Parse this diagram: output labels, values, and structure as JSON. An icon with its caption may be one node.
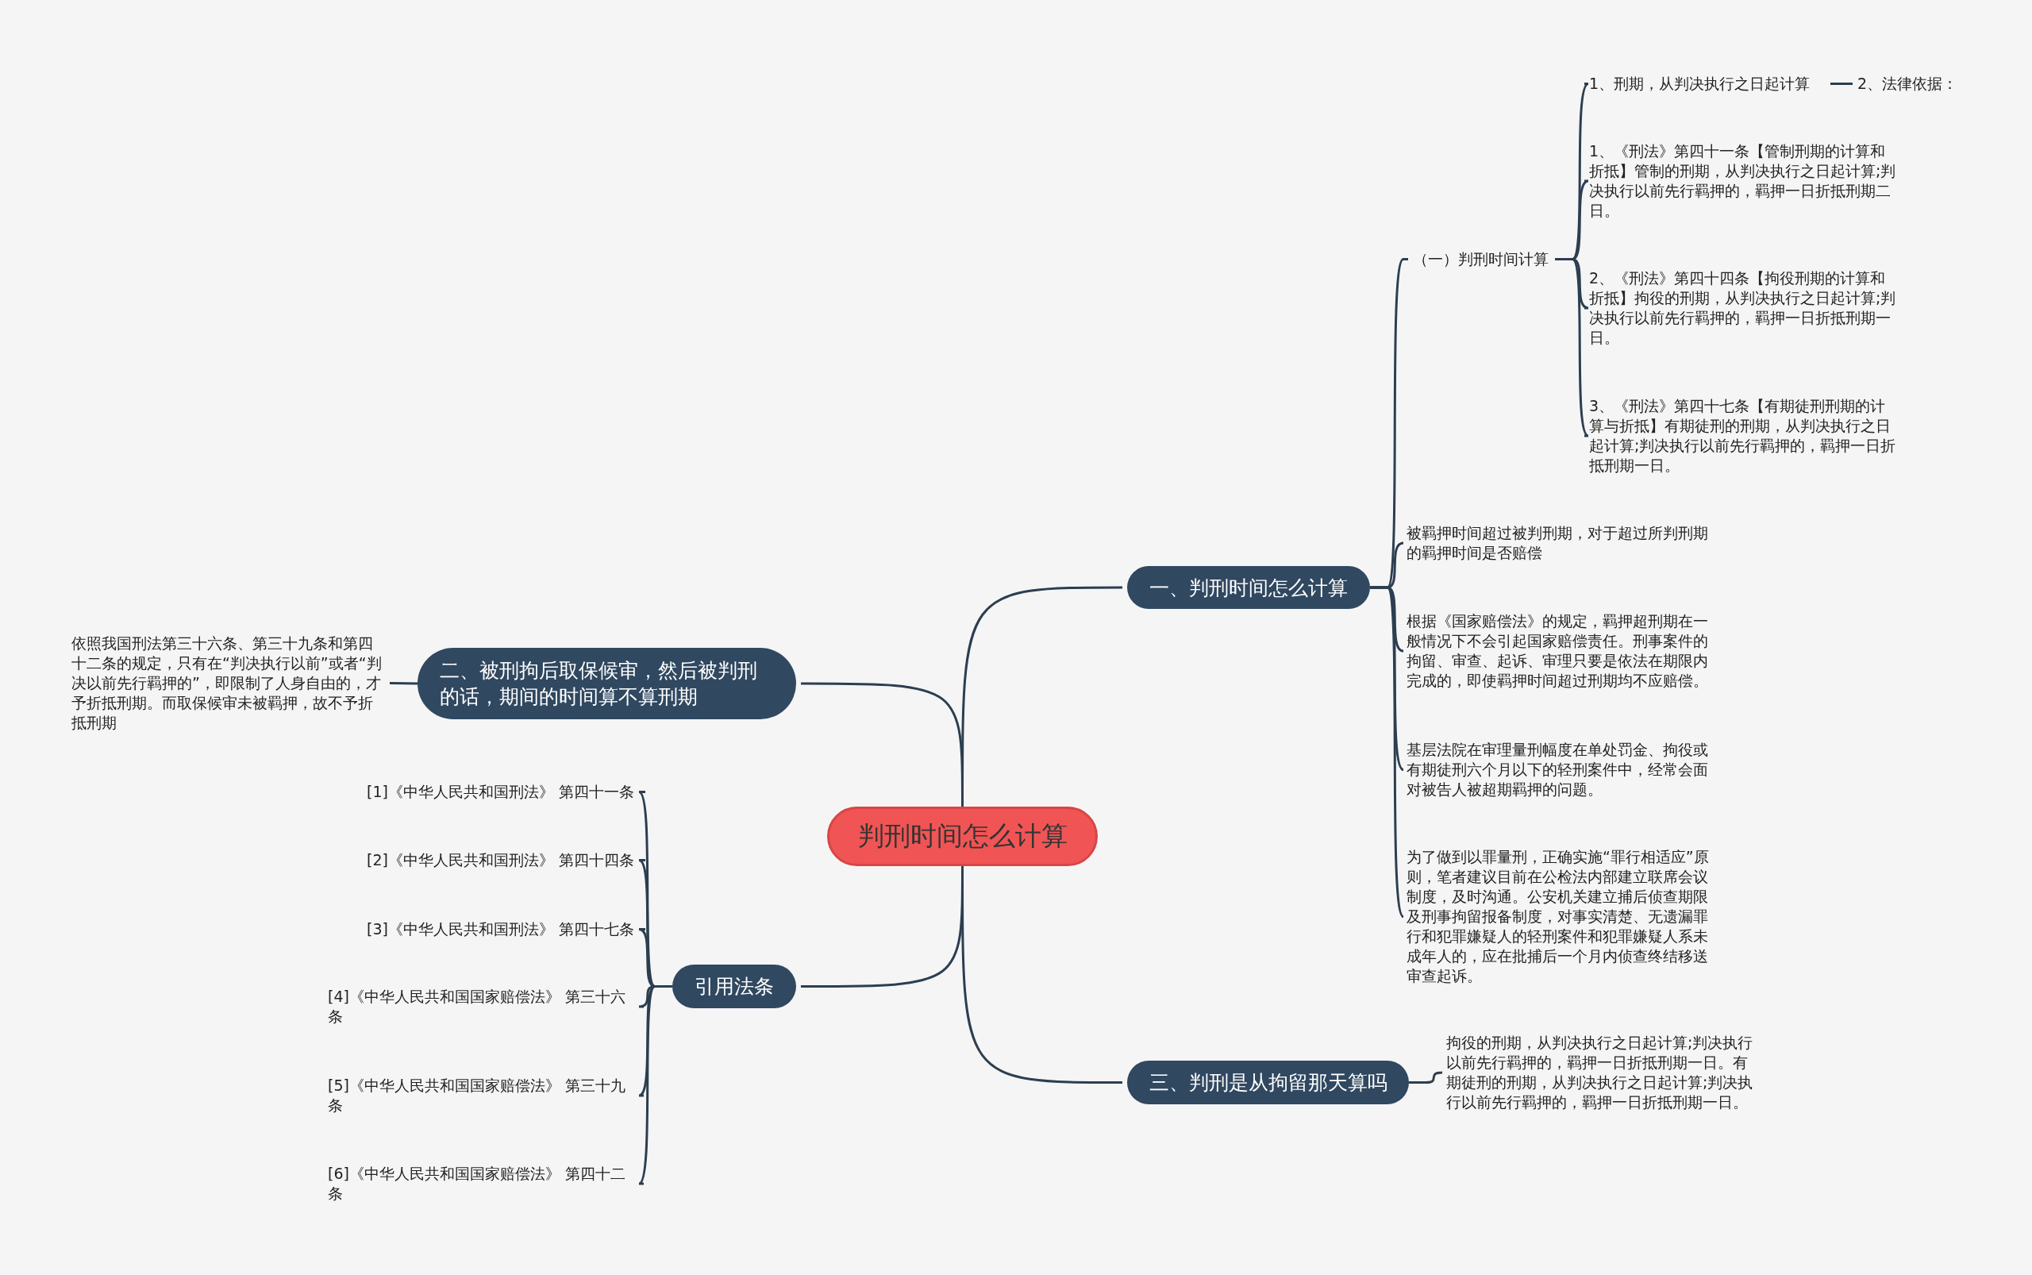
{
  "diagram": {
    "nodes": [
      {
        "text": [
          "判刑时间怎么计算"
        ]
      },
      {
        "text": [
          "一、判刑时间怎么计算"
        ]
      },
      {
        "text": [
          "（一）判刑时间计算"
        ]
      },
      {
        "text": [
          "1、刑期，从判决执行之日起计算"
        ]
      },
      {
        "text": [
          "2、法律依据："
        ]
      },
      {
        "text": [
          "1、《刑法》第四十一条【管制刑期的计算和折抵】管制的刑期，从判决执行之日起计算;判决执行以前先行羁押的，羁押一日折抵刑期二日。"
        ]
      },
      {
        "text": [
          "2、《刑法》第四十四条【拘役刑期的计算和折抵】拘役的刑期，从判决执行之日起计算;判决执行以前先行羁押的，羁押一日折抵刑期一日。"
        ]
      },
      {
        "text": [
          "3、《刑法》第四十七条【有期徒刑刑期的计算与折抵】有期徒刑的刑期，从判决执行之日起计算;判决执行以前先行羁押的，羁押一日折抵刑期一日。"
        ]
      },
      {
        "text": [
          "被羁押时间超过被判刑期，对于超过所判刑期的羁押时间是否赔偿"
        ]
      },
      {
        "text": [
          "根据《国家赔偿法》的规定，羁押超刑期在一般情况下不会引起国家赔偿责任。刑事案件的拘留、审查、起诉、审理只要是依法在期限内完成的，即使羁押时间超过刑期均不应赔偿。"
        ]
      },
      {
        "text": [
          "基层法院在审理量刑幅度在单处罚金、拘役或有期徒刑六个月以下的轻刑案件中，经常会面对被告人被超期羁押的问题。"
        ]
      },
      {
        "text": [
          "为了做到以罪量刑，正确实施“罪行相适应”原则，笔者建议目前在公检法内部建立联席会议制度，及时沟通。公安机关建立捕后侦查期限及刑事拘留报备制度，对事实清楚、无遗漏罪行和犯罪嫌疑人的轻刑案件和犯罪嫌疑人系未成年人的，应在批捕后一个月内侦查终结移送审查起诉。"
        ]
      },
      {
        "text": [
          "二、被刑拘后取保候审，然后被判刑的话，期间的时间算不算刑期"
        ]
      },
      {
        "text": [
          "依照我国刑法第三十六条、第三十九条和第四十二条的规定，只有在“判决执行以前”或者“判决以前先行羁押的”，即限制了人身自由的，才予折抵刑期。而取保候审未被羁押，故不予折抵刑期"
        ]
      },
      {
        "text": [
          "引用法条"
        ]
      },
      {
        "text": [
          "[1]《中华人民共和国刑法》 第四十一条"
        ]
      },
      {
        "text": [
          "[2]《中华人民共和国刑法》 第四十四条"
        ]
      },
      {
        "text": [
          "[3]《中华人民共和国刑法》 第四十七条"
        ]
      },
      {
        "text": [
          "[4]《中华人民共和国国家赔偿法》 第三十六条"
        ]
      },
      {
        "text": [
          "[5]《中华人民共和国国家赔偿法》 第三十九条"
        ]
      },
      {
        "text": [
          "[6]《中华人民共和国国家赔偿法》 第四十二条"
        ]
      },
      {
        "text": [
          "三、判刑是从拘留那天算吗"
        ]
      },
      {
        "text": [
          "拘役的刑期，从判决执行之日起计算;判决执行以前先行羁押的，羁押一日折抵刑期一日。有期徒刑的刑期，从判决执行之日起计算;判决执行以前先行羁押的，羁押一日折抵刑期一日。"
        ]
      }
    ],
    "edges": [
      {
        "from": 0,
        "to": 1,
        "arrow": "none"
      },
      {
        "from": 0,
        "to": 12,
        "arrow": "none"
      },
      {
        "from": 0,
        "to": 14,
        "arrow": "none"
      },
      {
        "from": 0,
        "to": 21,
        "arrow": "none"
      },
      {
        "from": 1,
        "to": 2,
        "arrow": "none"
      },
      {
        "from": 2,
        "to": 3,
        "arrow": "none"
      },
      {
        "from": 3,
        "to": 4,
        "arrow": "none"
      },
      {
        "from": 2,
        "to": 5,
        "arrow": "none"
      },
      {
        "from": 2,
        "to": 6,
        "arrow": "none"
      },
      {
        "from": 2,
        "to": 7,
        "arrow": "none"
      },
      {
        "from": 1,
        "to": 8,
        "arrow": "none"
      },
      {
        "from": 1,
        "to": 9,
        "arrow": "none"
      },
      {
        "from": 1,
        "to": 10,
        "arrow": "none"
      },
      {
        "from": 1,
        "to": 11,
        "arrow": "none"
      },
      {
        "from": 12,
        "to": 13,
        "arrow": "none"
      },
      {
        "from": 14,
        "to": 15,
        "arrow": "none"
      },
      {
        "from": 14,
        "to": 16,
        "arrow": "none"
      },
      {
        "from": 14,
        "to": 17,
        "arrow": "none"
      },
      {
        "from": 14,
        "to": 18,
        "arrow": "none"
      },
      {
        "from": 14,
        "to": 19,
        "arrow": "none"
      },
      {
        "from": 14,
        "to": 20,
        "arrow": "none"
      },
      {
        "from": 21,
        "to": 22,
        "arrow": "none"
      }
    ]
  }
}
